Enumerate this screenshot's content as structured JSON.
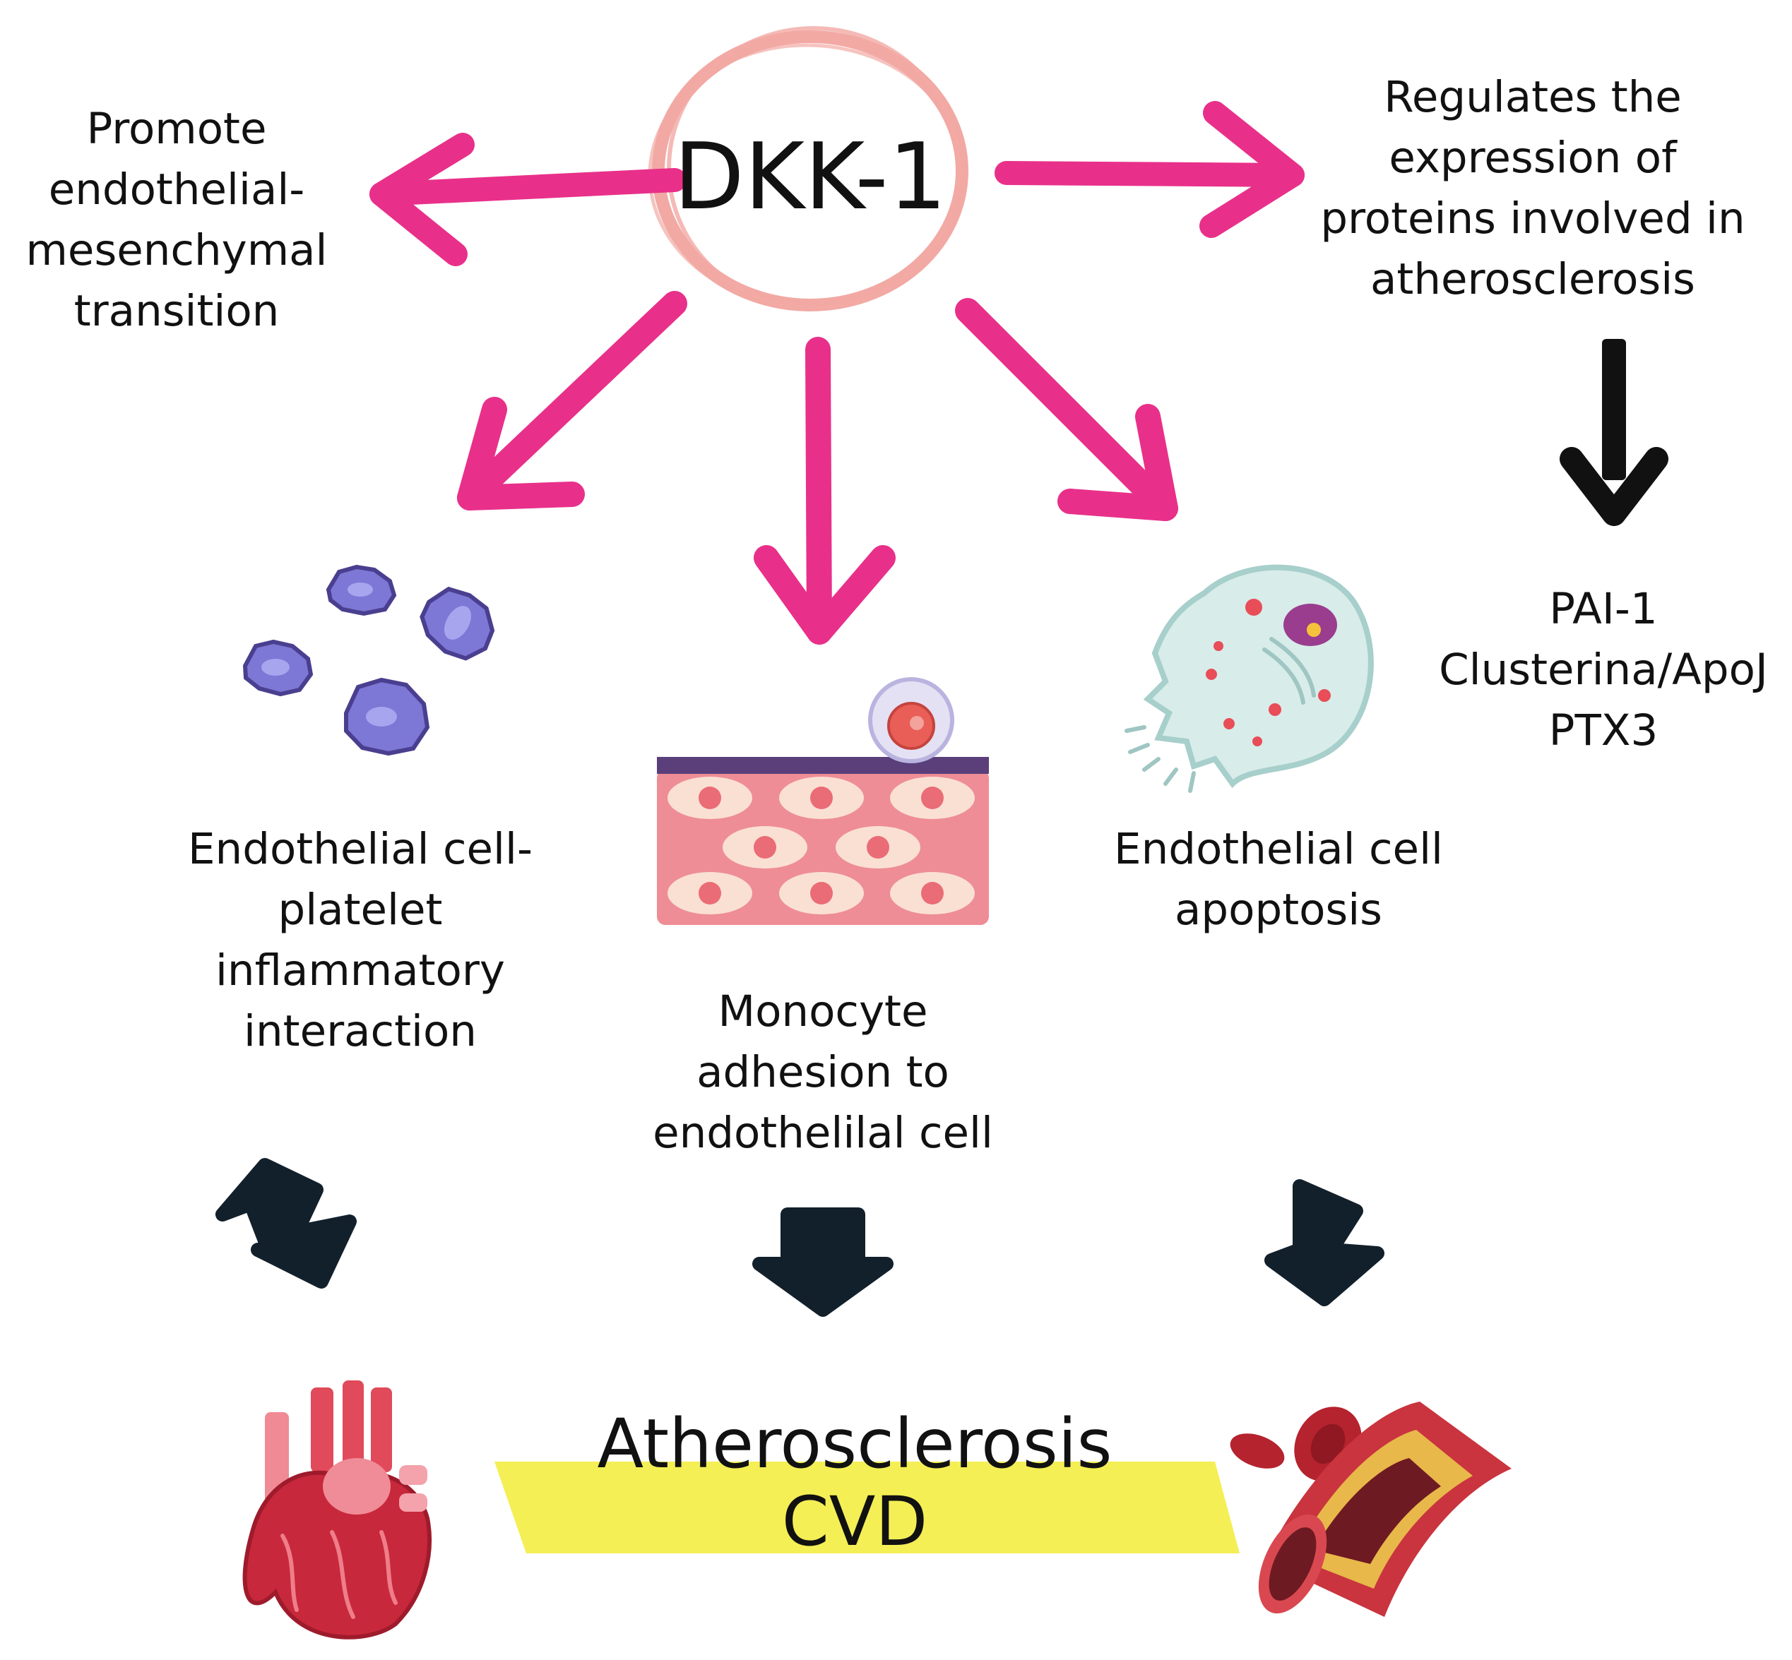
{
  "center": {
    "label": "DKK-1"
  },
  "effects": {
    "emt": [
      "Promote",
      "endothelial-",
      "mesenchymal",
      "transition"
    ],
    "regulates": [
      "Regulates the",
      "expression of",
      "proteins involved in",
      "atherosclerosis"
    ],
    "platelet": [
      "Endothelial cell-",
      "platelet",
      "inflammatory",
      "interaction"
    ],
    "monocyte": [
      "Monocyte",
      "adhesion to",
      "endothelilal cell"
    ],
    "apoptosis": [
      "Endothelial cell",
      "apoptosis"
    ]
  },
  "proteins": [
    "PAI-1",
    "Clusterina/ApoJ",
    "PTX3"
  ],
  "outcome": {
    "line1": "Atherosclerosis",
    "line2": "CVD"
  },
  "colors": {
    "arrow_pink": "#e8308a",
    "circle_pink": "#f2a9a4",
    "dark_arrow": "#12202b",
    "highlight": "#f4ef55"
  },
  "icons": [
    "platelets-icon",
    "endothelium-monocyte-icon",
    "apoptotic-cell-icon",
    "heart-icon",
    "artery-plaque-icon"
  ]
}
